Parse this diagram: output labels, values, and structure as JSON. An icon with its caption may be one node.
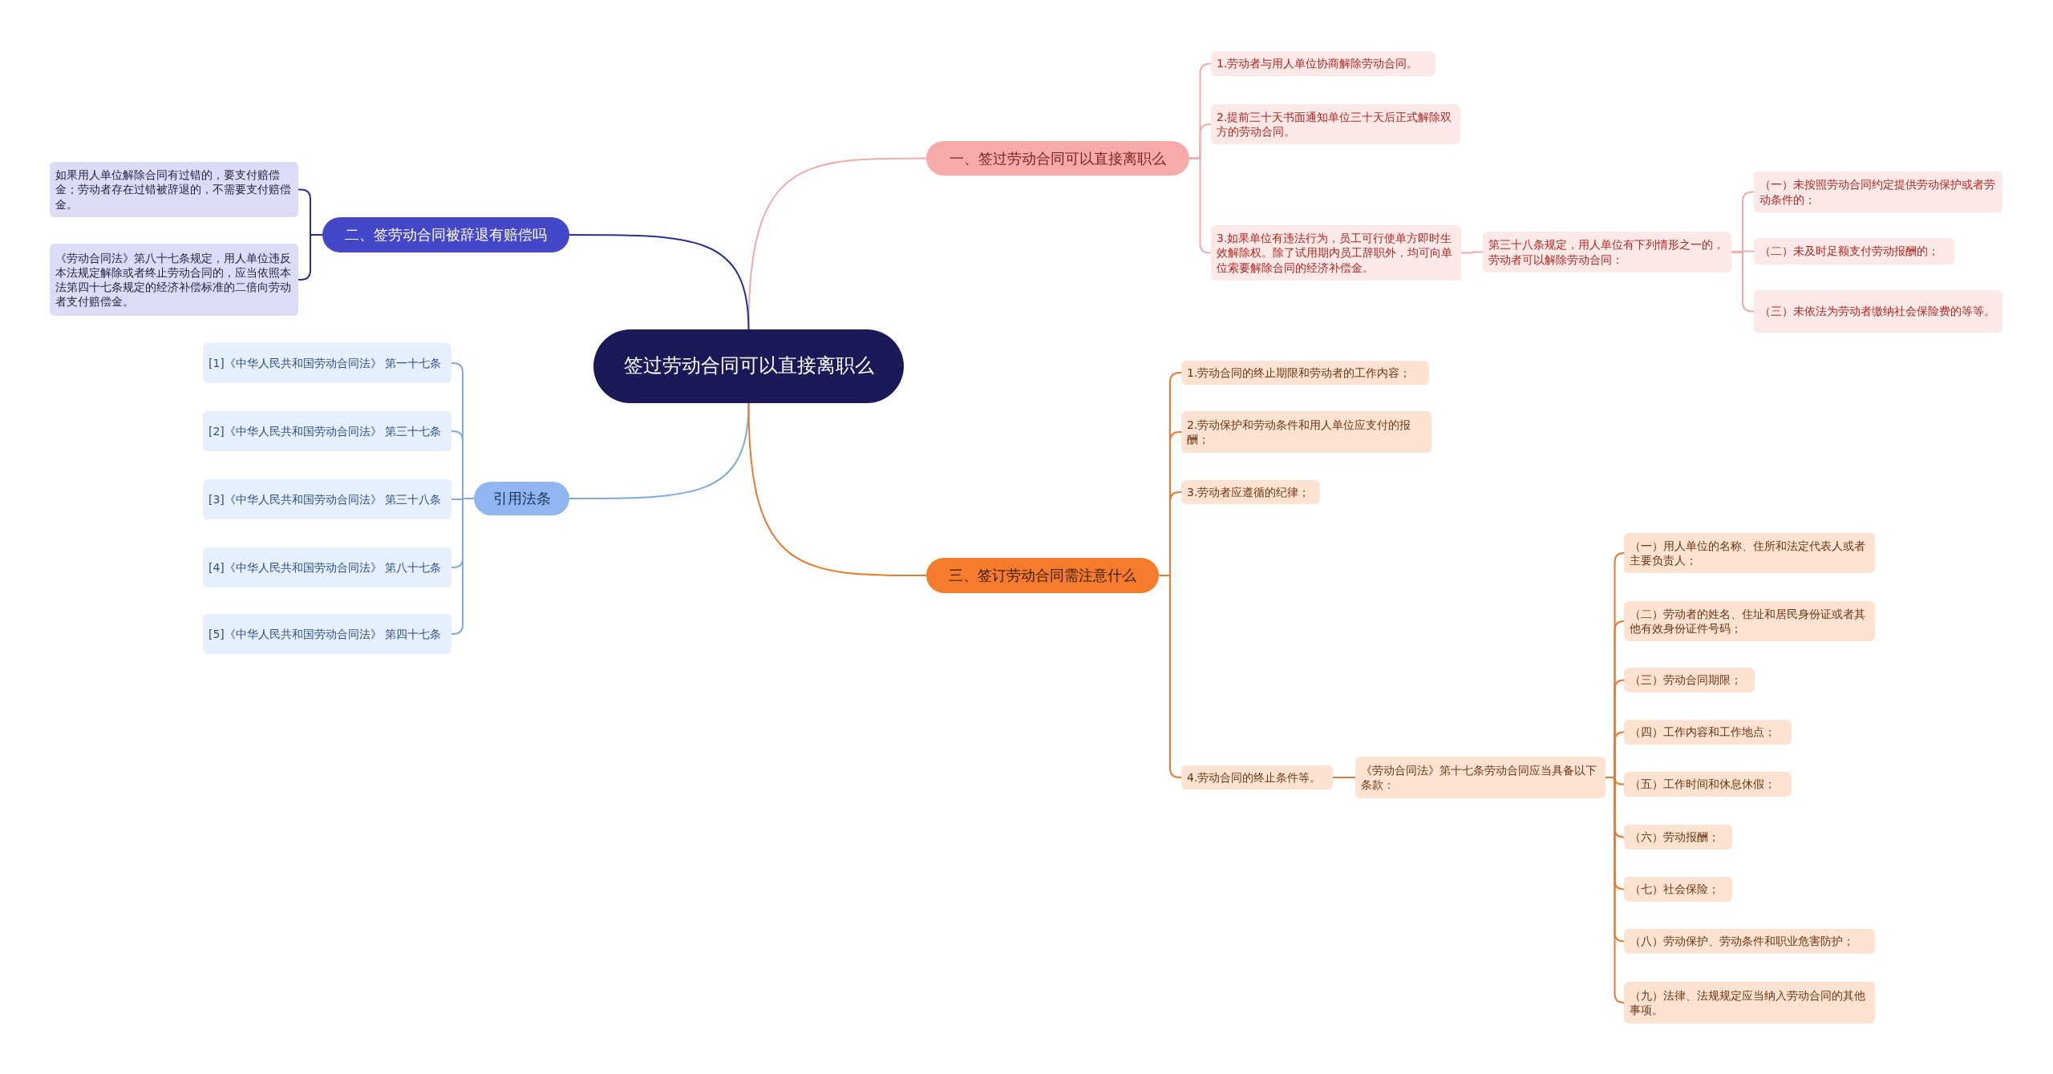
{
  "diagram": {
    "nodes": [
      {
        "text": [
          "签过劳动合同可以直接离职么"
        ]
      },
      {
        "text": [
          "一、签过劳动合同可以直接离职么"
        ]
      },
      {
        "text": [
          "1.劳动者与用人单位协商解除劳动合同。"
        ]
      },
      {
        "text": [
          "2.提前三十天书面通知单位三十天后正式解除双方的劳动合同。"
        ]
      },
      {
        "text": [
          "3.如果单位有违法行为，员工可行使单方即时生效解除权。除了试用期内员工辞职外，均可向单位索要解除合同的经济补偿金。"
        ]
      },
      {
        "text": [
          "第三十八条规定，用人单位有下列情形之一的，劳动者可以解除劳动合同："
        ]
      },
      {
        "text": [
          "（一）未按照劳动合同约定提供劳动保护或者劳动条件的；"
        ]
      },
      {
        "text": [
          "（二）未及时足额支付劳动报酬的；"
        ]
      },
      {
        "text": [
          "（三）未依法为劳动者缴纳社会保险费的等等。"
        ]
      },
      {
        "text": [
          "二、签劳动合同被辞退有赔偿吗"
        ]
      },
      {
        "text": [
          "如果用人单位解除合同有过错的，要支付赔偿金；劳动者存在过错被辞退的，不需要支付赔偿金。"
        ]
      },
      {
        "text": [
          "《劳动合同法》第八十七条规定，用人单位违反本法规定解除或者终止劳动合同的，应当依照本法第四十七条规定的经济补偿标准的二倍向劳动者支付赔偿金。"
        ]
      },
      {
        "text": [
          "引用法条"
        ]
      },
      {
        "text": [
          "[1]《中华人民共和国劳动合同法》 第一十七条"
        ]
      },
      {
        "text": [
          "[2]《中华人民共和国劳动合同法》 第三十七条"
        ]
      },
      {
        "text": [
          "[3]《中华人民共和国劳动合同法》 第三十八条"
        ]
      },
      {
        "text": [
          "[4]《中华人民共和国劳动合同法》 第八十七条"
        ]
      },
      {
        "text": [
          "[5]《中华人民共和国劳动合同法》 第四十七条"
        ]
      },
      {
        "text": [
          "三、签订劳动合同需注意什么"
        ]
      },
      {
        "text": [
          "1.劳动合同的终止期限和劳动者的工作内容；"
        ]
      },
      {
        "text": [
          "2.劳动保护和劳动条件和用人单位应支付的报酬；"
        ]
      },
      {
        "text": [
          "3.劳动者应遵循的纪律；"
        ]
      },
      {
        "text": [
          "4.劳动合同的终止条件等。"
        ]
      },
      {
        "text": [
          "《劳动合同法》第十七条劳动合同应当具备以下条款："
        ]
      },
      {
        "text": [
          "（一）用人单位的名称、住所和法定代表人或者主要负责人；"
        ]
      },
      {
        "text": [
          "（二）劳动者的姓名、住址和居民身份证或者其他有效身份证件号码；"
        ]
      },
      {
        "text": [
          "（三）劳动合同期限；"
        ]
      },
      {
        "text": [
          "（四）工作内容和工作地点；"
        ]
      },
      {
        "text": [
          "（五）工作时间和休息休假；"
        ]
      },
      {
        "text": [
          "（六）劳动报酬；"
        ]
      },
      {
        "text": [
          "（七）社会保险；"
        ]
      },
      {
        "text": [
          "（八）劳动保护、劳动条件和职业危害防护；"
        ]
      },
      {
        "text": [
          "（九）法律、法规规定应当纳入劳动合同的其他事项。"
        ]
      }
    ],
    "edges": [
      {
        "from": 0,
        "to": 1,
        "arrow": "none",
        "color": "#f2a9a9"
      },
      {
        "from": 1,
        "to": 2,
        "arrow": "none",
        "color": "#f2a9a9"
      },
      {
        "from": 1,
        "to": 3,
        "arrow": "none",
        "color": "#f2a9a9"
      },
      {
        "from": 1,
        "to": 4,
        "arrow": "none",
        "color": "#f2a9a9"
      },
      {
        "from": 4,
        "to": 5,
        "arrow": "none",
        "color": "#f2a9a9"
      },
      {
        "from": 5,
        "to": 6,
        "arrow": "none",
        "color": "#f2a9a9"
      },
      {
        "from": 5,
        "to": 7,
        "arrow": "none",
        "color": "#f2a9a9"
      },
      {
        "from": 5,
        "to": 8,
        "arrow": "none",
        "color": "#f2a9a9"
      },
      {
        "from": 0,
        "to": 9,
        "arrow": "none",
        "color": "#2a2f8f"
      },
      {
        "from": 9,
        "to": 10,
        "arrow": "none",
        "color": "#2a2f8f"
      },
      {
        "from": 9,
        "to": 11,
        "arrow": "none",
        "color": "#2a2f8f"
      },
      {
        "from": 0,
        "to": 12,
        "arrow": "none",
        "color": "#7fa8e0"
      },
      {
        "from": 12,
        "to": 13,
        "arrow": "none",
        "color": "#7fa8e0"
      },
      {
        "from": 12,
        "to": 14,
        "arrow": "none",
        "color": "#7fa8e0"
      },
      {
        "from": 12,
        "to": 15,
        "arrow": "none",
        "color": "#7fa8e0"
      },
      {
        "from": 12,
        "to": 16,
        "arrow": "none",
        "color": "#7fa8e0"
      },
      {
        "from": 12,
        "to": 17,
        "arrow": "none",
        "color": "#7fa8e0"
      },
      {
        "from": 0,
        "to": 18,
        "arrow": "none"
      },
      {
        "from": 18,
        "to": 19,
        "arrow": "none"
      },
      {
        "from": 18,
        "to": 20,
        "arrow": "none"
      },
      {
        "from": 18,
        "to": 21,
        "arrow": "none"
      },
      {
        "from": 18,
        "to": 22,
        "arrow": "none"
      },
      {
        "from": 22,
        "to": 23,
        "arrow": "none"
      },
      {
        "from": 23,
        "to": 24,
        "arrow": "none"
      },
      {
        "from": 23,
        "to": 25,
        "arrow": "none"
      },
      {
        "from": 23,
        "to": 26,
        "arrow": "none"
      },
      {
        "from": 23,
        "to": 27,
        "arrow": "none"
      },
      {
        "from": 23,
        "to": 28,
        "arrow": "none"
      },
      {
        "from": 23,
        "to": 29,
        "arrow": "none"
      },
      {
        "from": 23,
        "to": 30,
        "arrow": "none"
      },
      {
        "from": 23,
        "to": 31,
        "arrow": "none"
      },
      {
        "from": 23,
        "to": 32,
        "arrow": "none"
      }
    ]
  }
}
